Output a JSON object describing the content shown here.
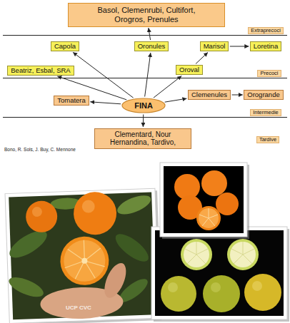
{
  "diagram": {
    "nodes": [
      {
        "text": [
          "Basol, Clemenrubi, Cultifort, Orogros, Prenules"
        ]
      },
      {
        "text": [
          "Extraprecoci"
        ]
      },
      {
        "text": [
          "Capola"
        ]
      },
      {
        "text": [
          "Oronules"
        ]
      },
      {
        "text": [
          "Marisol"
        ]
      },
      {
        "text": [
          "Loretina"
        ]
      },
      {
        "text": [
          "Beatriz, Esbal, SRA"
        ]
      },
      {
        "text": [
          "Oroval"
        ]
      },
      {
        "text": [
          "Precoci"
        ]
      },
      {
        "text": [
          "Tomatera"
        ]
      },
      {
        "text": [
          "FINA"
        ]
      },
      {
        "text": [
          "Clemenules"
        ]
      },
      {
        "text": [
          "Orogrande"
        ]
      },
      {
        "text": [
          "Intermedie"
        ]
      },
      {
        "text": [
          "Clementard, Nour Hernandina, Tardivo,"
        ]
      },
      {
        "text": [
          "Tardive"
        ]
      }
    ],
    "edges": [
      {
        "from": 3,
        "to": 0,
        "arrow": "to"
      },
      {
        "from": 4,
        "to": 5,
        "arrow": "to"
      },
      {
        "from": 7,
        "to": 4,
        "arrow": "to"
      },
      {
        "from": 10,
        "to": 2,
        "arrow": "to"
      },
      {
        "from": 10,
        "to": 3,
        "arrow": "to"
      },
      {
        "from": 10,
        "to": 6,
        "arrow": "to"
      },
      {
        "from": 10,
        "to": 7,
        "arrow": "to"
      },
      {
        "from": 10,
        "to": 9,
        "arrow": "to"
      },
      {
        "from": 10,
        "to": 11,
        "arrow": "to"
      },
      {
        "from": 11,
        "to": 12,
        "arrow": "to"
      },
      {
        "from": 10,
        "to": 14,
        "arrow": "to"
      }
    ],
    "labels": [
      "Bono, R. Sols, J. Buy, C. Mennone",
      "UCP CVC"
    ]
  }
}
